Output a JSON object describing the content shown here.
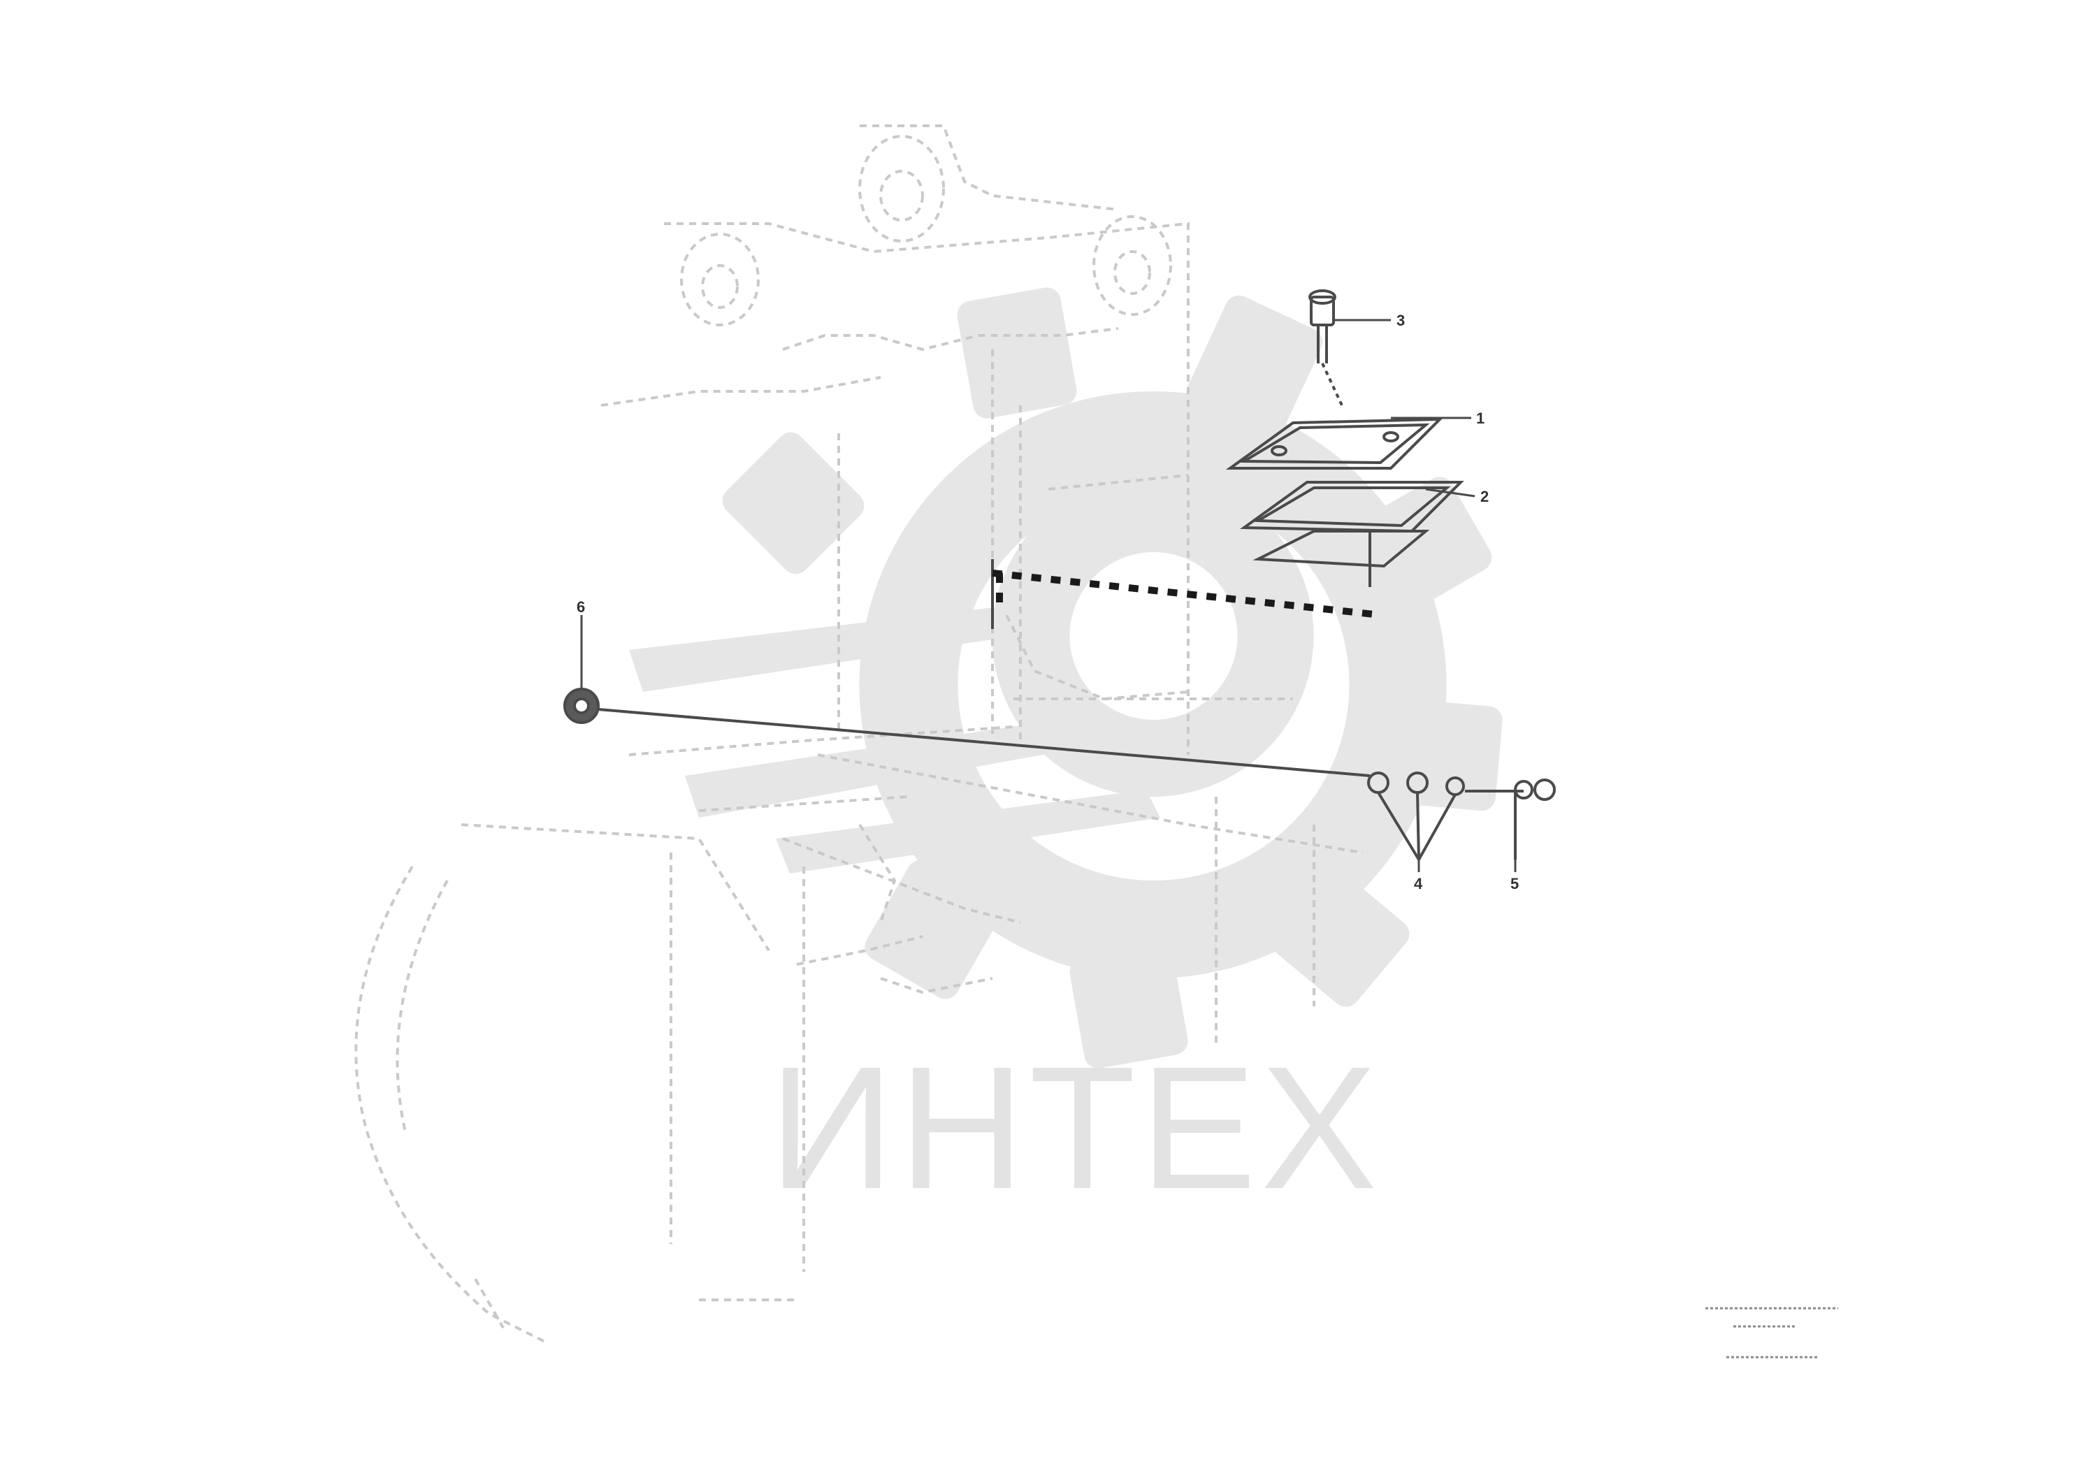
{
  "watermark": {
    "text": "ИНТЕХ",
    "color": "#e3e3e3",
    "logo_icon": "gear-with-arrows-icon"
  },
  "callouts": [
    {
      "id": "c-top-bolt",
      "label": "3"
    },
    {
      "id": "c-plate",
      "label": "1"
    },
    {
      "id": "c-gasket",
      "label": "2"
    },
    {
      "id": "c-left-nut",
      "label": "6"
    },
    {
      "id": "c-washers",
      "label": "4"
    },
    {
      "id": "c-screw",
      "label": "5"
    }
  ],
  "reference_block": {
    "lines": [
      "",
      "",
      ""
    ]
  },
  "colors": {
    "background": "#ffffff",
    "faded_lines": "#c9c9c9",
    "dark_lines": "#4a4a4a",
    "dashed_link": "#1a1a1a"
  }
}
